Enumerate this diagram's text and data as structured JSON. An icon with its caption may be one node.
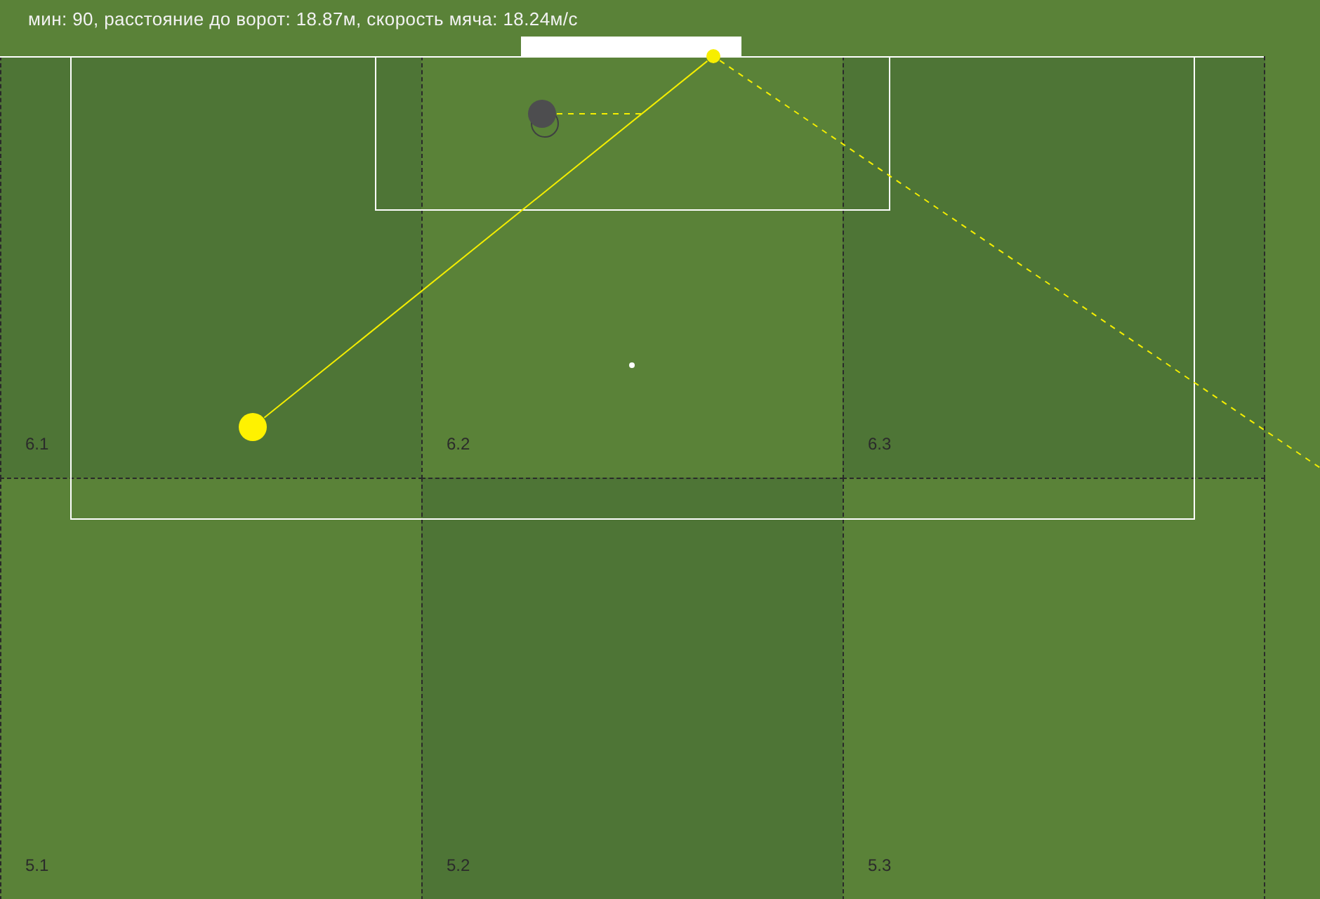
{
  "diagram": {
    "title": "мин: 90, расстояние до ворот: 18.87м, скорость мяча: 18.24м/с",
    "nodes": [
      {
        "text": [
          "6.1"
        ]
      },
      {
        "text": [
          "6.2"
        ]
      },
      {
        "text": [
          "6.3"
        ]
      },
      {
        "text": [
          "5.1"
        ]
      },
      {
        "text": [
          "5.2"
        ]
      },
      {
        "text": [
          "5.3"
        ]
      },
      {
        "text": [],
        "shape": "circle"
      },
      {
        "text": [],
        "shape": "circle",
        "in": 1
      },
      {
        "text": [],
        "shape": "circle",
        "in": 0
      }
    ],
    "edges": [
      {
        "from": 8,
        "to": 6,
        "arrow": "none"
      },
      {
        "from": 6,
        "to": null,
        "arrow": "none",
        "style": "dashed"
      },
      {
        "from": 7,
        "to": null,
        "arrow": "none",
        "style": "dashed"
      }
    ]
  }
}
